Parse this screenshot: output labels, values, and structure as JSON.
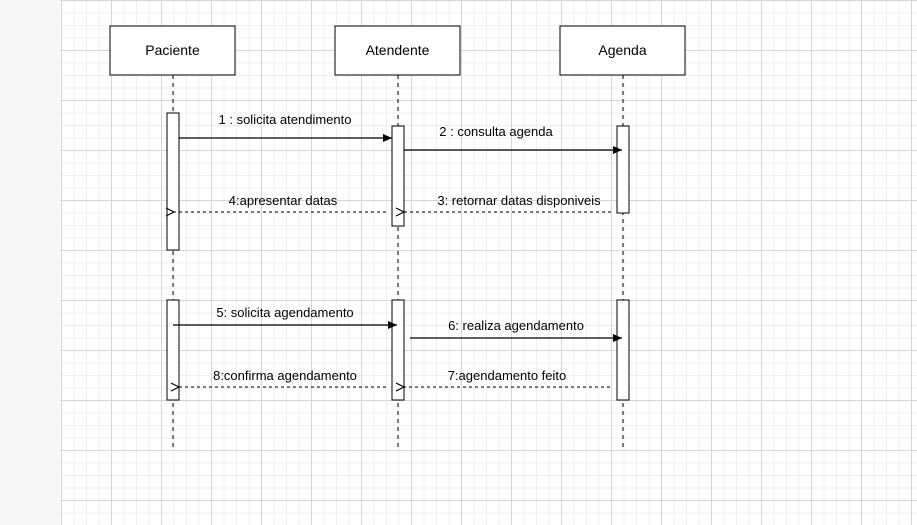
{
  "actors": {
    "paciente": "Paciente",
    "atendente": "Atendente",
    "agenda": "Agenda"
  },
  "messages": {
    "m1": "1 : solicita atendimento",
    "m2": "2 : consulta agenda",
    "m3": "3: retornar datas disponiveis",
    "m4": "4:apresentar datas",
    "m5": "5: solicita agendamento",
    "m6": "6: realiza agendamento",
    "m7": "7:agendamento feito",
    "m8": "8:confirma agendamento"
  },
  "colors": {
    "stroke": "#000000",
    "box_fill": "#ffffff",
    "grid": "#d6d6d6"
  }
}
